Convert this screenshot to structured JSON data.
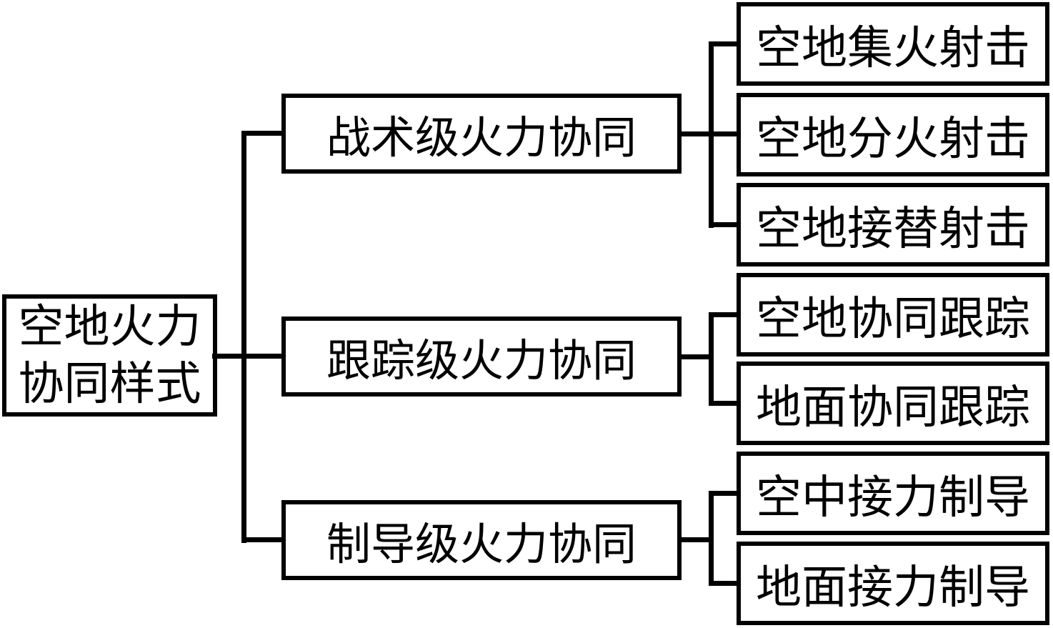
{
  "diagram": {
    "title_semantic": "air-ground fire coordination patterns tree",
    "root": {
      "line1": "空地火力",
      "line2": "协同样式"
    },
    "branches": [
      {
        "label": "战术级火力协同",
        "children": [
          "空地集火射击",
          "空地分火射击",
          "空地接替射击"
        ]
      },
      {
        "label": "跟踪级火力协同",
        "children": [
          "空地协同跟踪",
          "地面协同跟踪"
        ]
      },
      {
        "label": "制导级火力协同",
        "children": [
          "空中接力制导",
          "地面接力制导"
        ]
      }
    ],
    "colors": {
      "line": "#000000",
      "text": "#000000",
      "background": "#ffffff"
    }
  }
}
